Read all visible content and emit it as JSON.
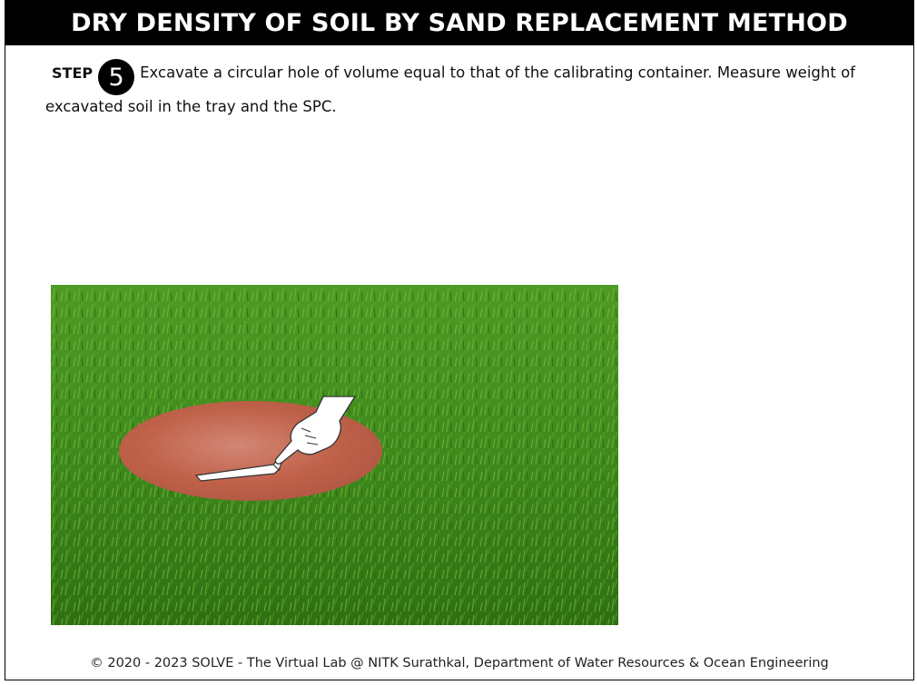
{
  "header": {
    "title": "DRY DENSITY OF SOIL BY SAND REPLACEMENT METHOD"
  },
  "step": {
    "label": "STEP",
    "number": "5",
    "instruction": "Excavate a circular hole of volume equal to that of the calibrating container. Measure weight of excavated soil in the tray and the SPC."
  },
  "scene": {
    "grass_color": "#3f8a1c",
    "hole_color": "#c8604d",
    "icons": [
      "grass-field",
      "excavated-hole",
      "trowel-icon",
      "hand-icon"
    ]
  },
  "footer": {
    "text": "© 2020 - 2023 SOLVE - The Virtual Lab @ NITK Surathkal, Department of Water Resources & Ocean Engineering"
  }
}
